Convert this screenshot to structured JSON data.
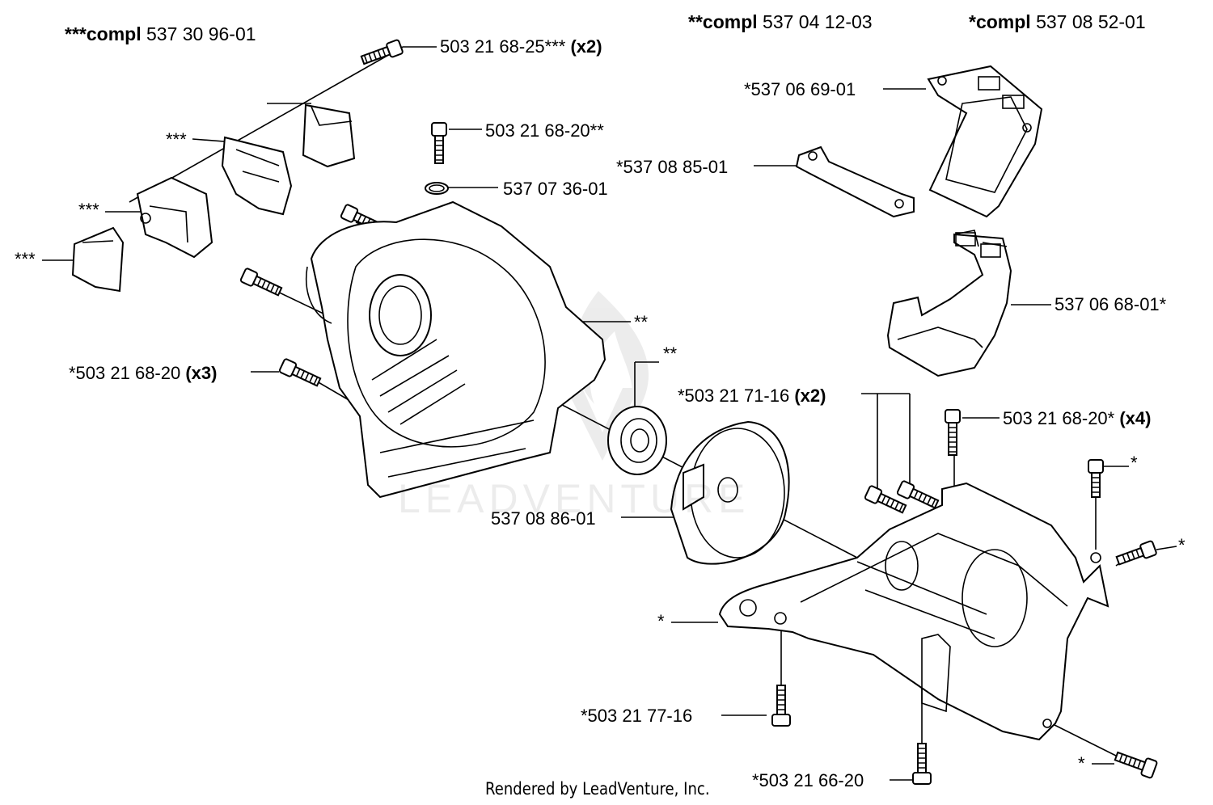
{
  "watermark": "LEADVENTURE",
  "footer": "Rendered by LeadVenture, Inc.",
  "headers": [
    {
      "prefix": "***compl",
      "number": "537 30 96-01"
    },
    {
      "prefix": "**compl",
      "number": "537 04 12-03"
    },
    {
      "prefix": "*compl",
      "number": "537 08 52-01"
    }
  ],
  "labels": {
    "bolt_2568_25": {
      "text": "503 21 68-25***",
      "qty": "(x2)"
    },
    "bolt_2068_20ss": {
      "text": "503 21 68-20**",
      "qty": ""
    },
    "ring_537073601": {
      "text": "537 07 36-01",
      "qty": ""
    },
    "star3_a": {
      "text": "***",
      "qty": ""
    },
    "star3_b": {
      "text": "***",
      "qty": ""
    },
    "star3_c": {
      "text": "***",
      "qty": ""
    },
    "bolt_x3": {
      "text": "*503 21 68-20",
      "qty": "(x3)"
    },
    "star2_a": {
      "text": "**",
      "qty": ""
    },
    "star2_b": {
      "text": "**",
      "qty": ""
    },
    "gasket_069": {
      "text": "*537 06 69-01",
      "qty": ""
    },
    "plate_085": {
      "text": "*537 08 85-01",
      "qty": ""
    },
    "cover_068": {
      "text": "537 06 68-01*",
      "qty": ""
    },
    "bolt_7116": {
      "text": "*503 21 71-16",
      "qty": "(x2)"
    },
    "bolt_x4": {
      "text": "503 21 68-20*",
      "qty": "(x4)"
    },
    "star1_a": {
      "text": "*",
      "qty": ""
    },
    "star1_b": {
      "text": "*",
      "qty": ""
    },
    "flywheel_086": {
      "text": "537 08 86-01",
      "qty": ""
    },
    "star1_c": {
      "text": "*",
      "qty": ""
    },
    "bolt_7716": {
      "text": "*503 21 77-16",
      "qty": ""
    },
    "star1_d": {
      "text": "*",
      "qty": ""
    },
    "bolt_6620": {
      "text": "*503 21 66-20",
      "qty": ""
    }
  }
}
